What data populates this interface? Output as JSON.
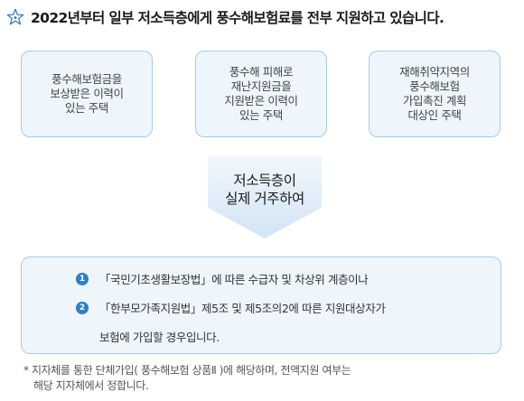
{
  "header": {
    "icon": "star-outline-icon",
    "title": "2022년부터 일부 저소득층에게 풍수해보험료를 전부 지원하고 있습니다."
  },
  "boxes": [
    {
      "text": "풍수해보험금을\n보상받은 이력이\n있는 주택"
    },
    {
      "text": "풍수해 피해로\n재난지원금을\n지원받은 이력이\n있는 주택"
    },
    {
      "text": "재해취약지역의\n풍수해보험\n가입촉진 계획\n대상인 주택"
    }
  ],
  "arrow": {
    "text": "저소득층이\n실제 거주하여"
  },
  "conditions": {
    "items": [
      {
        "number": "1",
        "text": "「국민기초생활보장법」에 따른 수급자 및 차상위 계층이나"
      },
      {
        "number": "2",
        "text": "「한부모가족지원법」제5조 및 제5조의2에 따른 지원대상자가"
      }
    ],
    "continuation": "보험에 가입할 경우입니다."
  },
  "note": {
    "line1": "* 지자체를 통한 단체가입( 풍수해보험 상품Ⅱ )에 해당하며, 전액지원 여부는",
    "line2": "해당 지자체에서 정합니다."
  },
  "colors": {
    "accent": "#2f7fc4",
    "box_bg": "#eef5fb",
    "box_border": "#a9cbe4",
    "arrow_top": "#f2f7fc",
    "arrow_bottom": "#d2e4f5"
  }
}
